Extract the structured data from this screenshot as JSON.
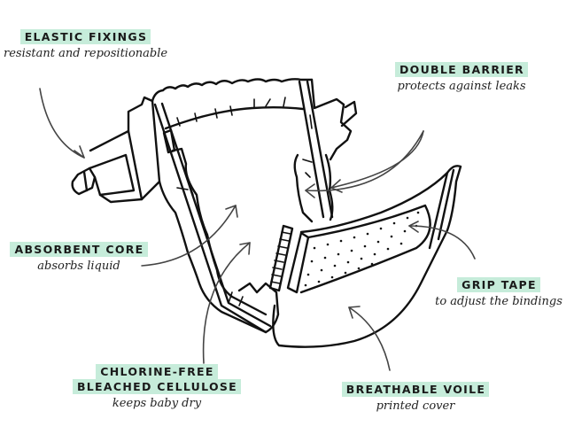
{
  "diagram": {
    "subject": "diaper",
    "accent_color": "#c6ecda",
    "callouts": [
      {
        "id": "elastic-fixings",
        "title": [
          "ELASTIC FIXINGS"
        ],
        "subtitle": "resistant and repositionable"
      },
      {
        "id": "double-barrier",
        "title": [
          "DOUBLE BARRIER"
        ],
        "subtitle": "protects against leaks"
      },
      {
        "id": "absorbent-core",
        "title": [
          "ABSORBENT CORE"
        ],
        "subtitle": "absorbs liquid"
      },
      {
        "id": "grip-tape",
        "title": [
          "GRIP TAPE"
        ],
        "subtitle": "to adjust the bindings"
      },
      {
        "id": "cellulose",
        "title": [
          "CHLORINE-FREE",
          "BLEACHED CELLULOSE"
        ],
        "subtitle": "keeps baby dry"
      },
      {
        "id": "breathable-voile",
        "title": [
          "BREATHABLE VOILE"
        ],
        "subtitle": "printed cover"
      }
    ]
  }
}
